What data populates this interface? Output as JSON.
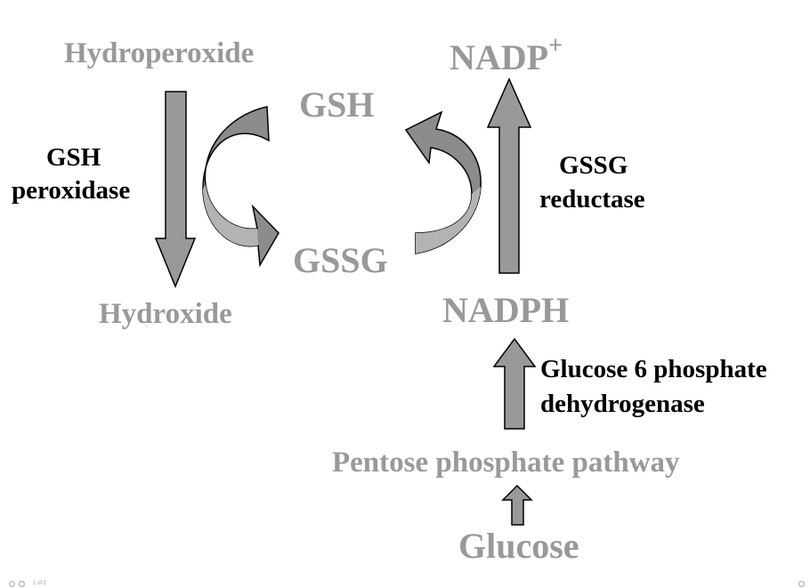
{
  "labels": {
    "hydroperoxide": "Hydroperoxide",
    "hydroxide": "Hydroxide",
    "gsh": "GSH",
    "gssg": "GSSG",
    "nadp": "NADP",
    "nadp_sup": "+",
    "nadph": "NADPH",
    "pentose": "Pentose phosphate pathway",
    "glucose": "Glucose"
  },
  "enzymes": {
    "gsh_peroxidase_1": "GSH",
    "gsh_peroxidase_2": "peroxidase",
    "gssg_reductase_1": "GSSG",
    "gssg_reductase_2": "reductase",
    "g6pd_1": "Glucose 6 phosphate",
    "g6pd_2": "dehydrogenase"
  },
  "footer": {
    "page_indicator": "1 of 2"
  },
  "colors": {
    "metabolite_text": "#999999",
    "enzyme_text": "#000000",
    "arrow_fill": "#999999",
    "curved_arrow_fill": "#8c8c8c",
    "curved_arrow_shade": "#b3b3b3"
  }
}
